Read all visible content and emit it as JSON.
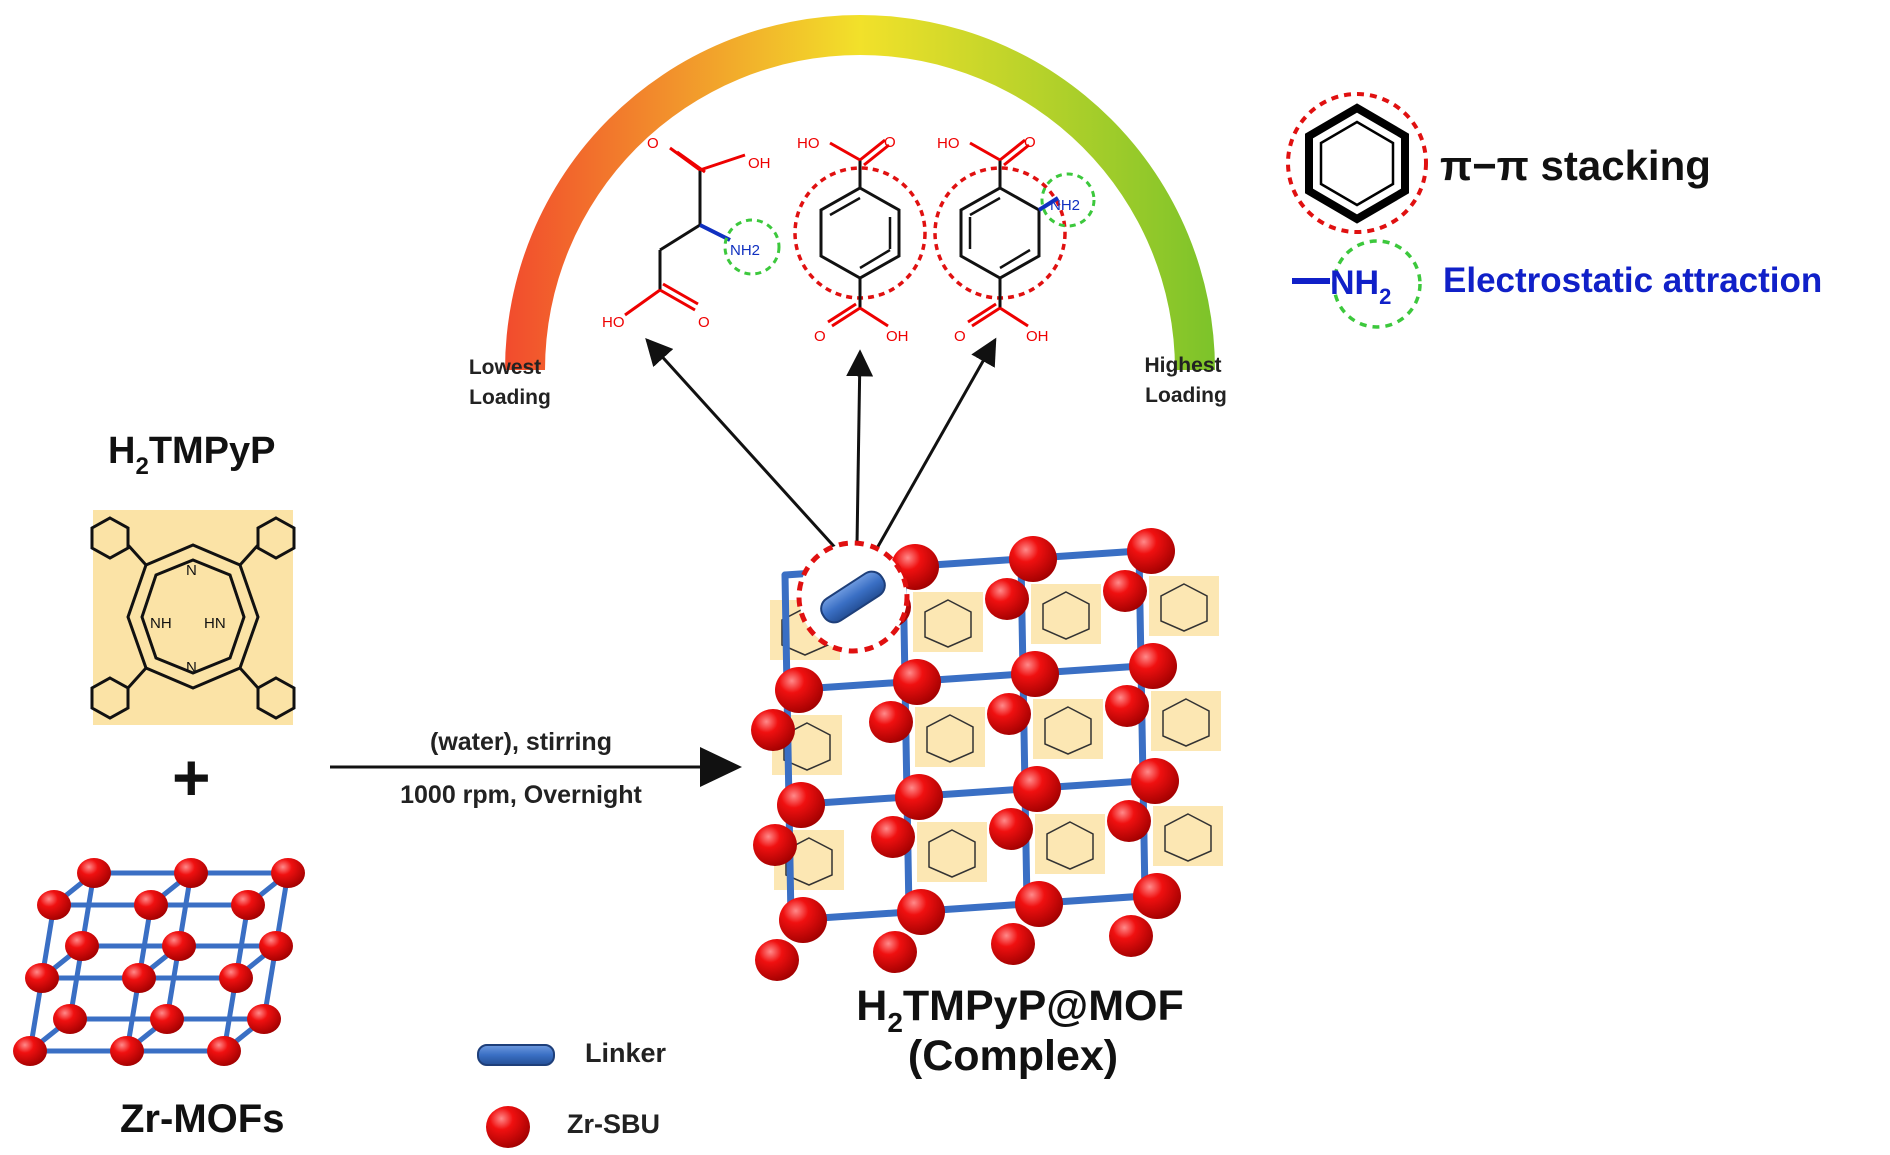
{
  "gauge": {
    "low_label_line1": "Lowest",
    "low_label_line2": "Loading",
    "high_label_line1": "Highest",
    "high_label_line2": "Loading",
    "color_low": "#f24b2d",
    "color_mid": "#f2e12a",
    "color_high": "#7cc32a"
  },
  "molecules": {
    "oh": "OH",
    "ho": "HO",
    "o": "O",
    "nh2": "NH2"
  },
  "legend_top": {
    "pi_label": "π−π stacking",
    "electro_label": "Electrostatic attraction",
    "nh2_main": "NH",
    "nh2_sub": "2"
  },
  "porphyrin": {
    "title_main": "H",
    "title_sub": "2",
    "title_rest": "TMPyP",
    "nh": "NH",
    "hn": "HN",
    "n": "N",
    "plus": "+",
    "bg_color": "#fbe3a6"
  },
  "reaction": {
    "condition_top": "(water), stirring",
    "condition_bottom": "1000 rpm, Overnight"
  },
  "zrmof": {
    "label": "Zr-MOFs"
  },
  "complex": {
    "label_main": "H",
    "label_sub": "2",
    "label_rest": "TMPyP@MOF",
    "label_line2": "(Complex)"
  },
  "legend_bottom": {
    "linker": "Linker",
    "sbu": "Zr-SBU",
    "linker_color": "#3a6fc4",
    "sbu_color": "#e8000b"
  }
}
